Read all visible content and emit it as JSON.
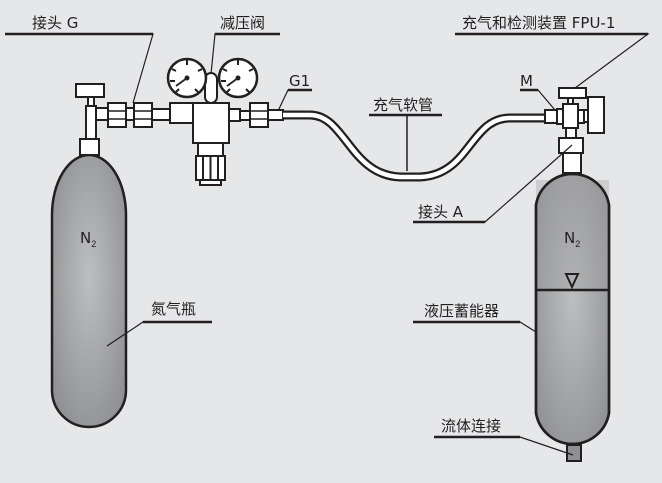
{
  "diagram": {
    "labels": {
      "connector_g": "接头 G",
      "pressure_reducer": "减压阀",
      "g1": "G1",
      "charging_device": "充气和检测装置 FPU-1",
      "m": "M",
      "charging_hose": "充气软管",
      "connector_a": "接头 A",
      "nitrogen_bottle": "氮气瓶",
      "hydraulic_accumulator": "液压蓄能器",
      "fluid_connection": "流体连接"
    },
    "gas": {
      "symbol": "N",
      "subscript": "2"
    },
    "colors": {
      "background": "#e6e7e9",
      "outline": "#231f20",
      "vessel_dark": "#8f9093",
      "vessel_light": "#bdbec0",
      "fitting": "#ffffff"
    }
  }
}
